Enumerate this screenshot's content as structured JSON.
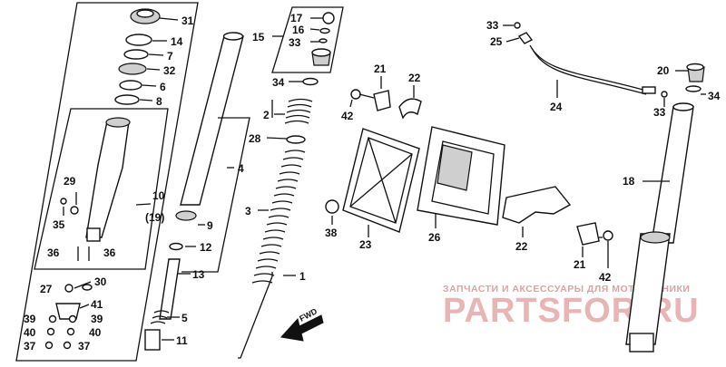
{
  "callouts": {
    "n31": "31",
    "n14": "14",
    "n7": "7",
    "n32": "32",
    "n6": "6",
    "n8": "8",
    "n10": "10",
    "n19": "(19)",
    "n29": "29",
    "n35": "35",
    "n36a": "36",
    "n36b": "36",
    "n27": "27",
    "n30": "30",
    "n41": "41",
    "n39a": "39",
    "n39b": "39",
    "n40a": "40",
    "n40b": "40",
    "n37a": "37",
    "n37b": "37",
    "n4": "4",
    "n9": "9",
    "n12": "12",
    "n13": "13",
    "n5": "5",
    "n11": "11",
    "n15": "15",
    "n17": "17",
    "n16": "16",
    "n33a": "33",
    "n34a": "34",
    "n2": "2",
    "n28": "28",
    "n3": "3",
    "n1": "1",
    "n21a": "21",
    "n22a": "22",
    "n42a": "42",
    "n38": "38",
    "n23": "23",
    "n26": "26",
    "n22b": "22",
    "n21b": "21",
    "n42b": "42",
    "n33b": "33",
    "n25": "25",
    "n24": "24",
    "n20": "20",
    "n34b": "34",
    "n33c": "33",
    "n18": "18",
    "fwd": "FWD"
  },
  "watermark": {
    "line1": "ЗАПЧАСТИ И АКСЕССУАРЫ ДЛЯ МОТОТЕХНИКИ",
    "line2": "PARTSFOR.RU"
  },
  "colors": {
    "ink": "#111111",
    "watermark": "#e9b4b4",
    "background": "#ffffff"
  }
}
